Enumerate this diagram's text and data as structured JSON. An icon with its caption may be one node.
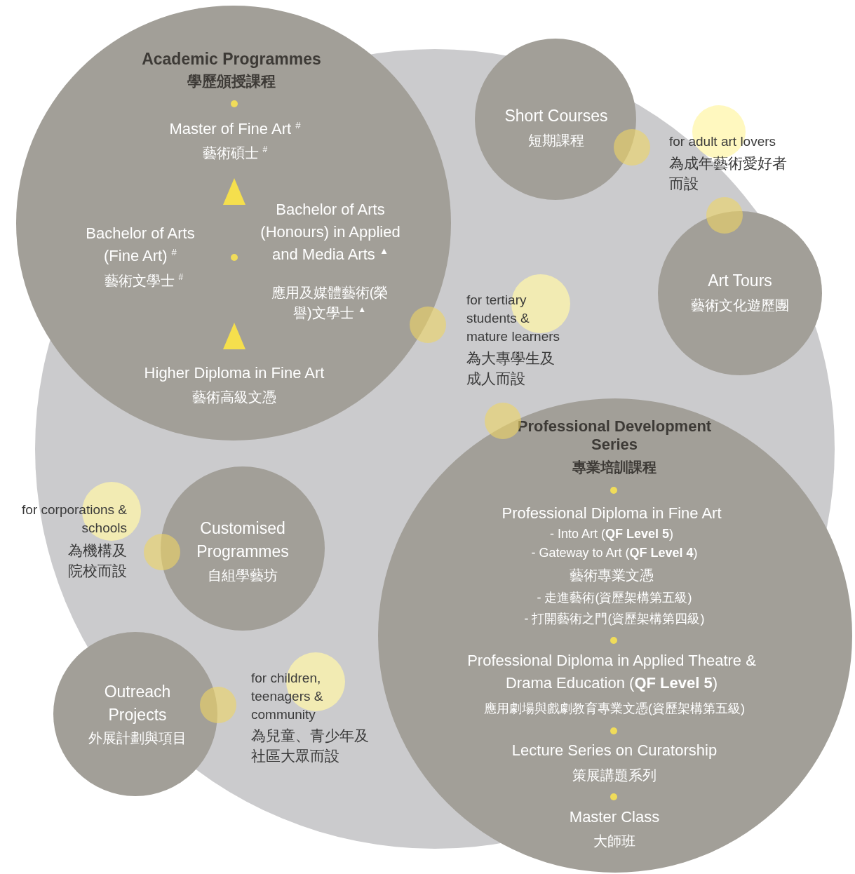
{
  "diagram": {
    "nodes": [
      {
        "text": [
          "Academic Programmes",
          "學歷頒授課程",
          "Master of Fine Art $^{#}$",
          "藝術碩士 $^{#}$",
          "Bachelor of Arts (Fine Art) $^{#}$",
          "藝術文學士 $^{#}$",
          "Bachelor of Arts (Honours) in Applied and Media Arts $^{▲}$",
          "應用及媒體藝術(榮譽)文學士 $^{▲}$",
          "Higher Diploma in Fine Art",
          "藝術高級文憑"
        ]
      },
      {
        "text": [
          "Short Courses",
          "短期課程"
        ]
      },
      {
        "text": [
          "Art Tours",
          "藝術文化遊歷團"
        ]
      },
      {
        "text": [
          "Professional Development Series",
          "專業培訓課程",
          "Professional Diploma in Fine Art",
          "- Into Art (**QF Level 5**)",
          "- Gateway to Art (**QF Level 4**)",
          "藝術專業文憑",
          "- 走進藝術(資歷架構第五級)",
          "- 打開藝術之門(資歷架構第四級)",
          "Professional Diploma in Applied Theatre & Drama Education (**QF Level 5**)",
          "應用劇場與戲劇教育專業文憑(資歷架構第五級)",
          "Lecture Series on Curatorship",
          "策展講題系列",
          "Master Class",
          "大師班"
        ]
      },
      {
        "text": [
          "Customised Programmes",
          "自組學藝坊"
        ]
      },
      {
        "text": [
          "Outreach Projects",
          "外展計劃與項目"
        ]
      }
    ],
    "labels": [
      "for adult art lovers",
      "為成年藝術愛好者而設",
      "for tertiary students & mature learners",
      "為大專學生及成人而設",
      "for corporations & schools",
      "為機構及院校而設",
      "for children, teenagers & community",
      "為兒童、青少年及社區大眾而設"
    ]
  }
}
